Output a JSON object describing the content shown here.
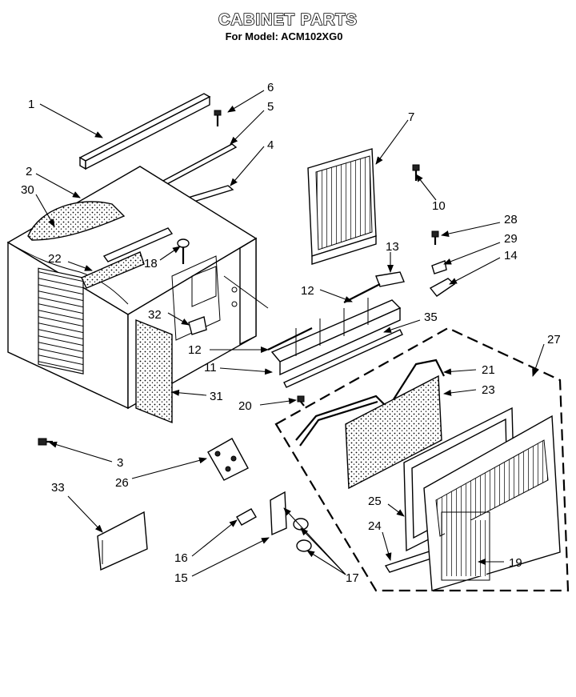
{
  "title": "CABINET PARTS",
  "subtitle": "For Model: ACM102XG0",
  "callouts": {
    "p1": "1",
    "p2": "2",
    "p3": "3",
    "p4": "4",
    "p5": "5",
    "p6": "6",
    "p7": "7",
    "p10": "10",
    "p11": "11",
    "p12a": "12",
    "p12b": "12",
    "p13": "13",
    "p14": "14",
    "p15": "15",
    "p16": "16",
    "p17": "17",
    "p18": "18",
    "p19": "19",
    "p20": "20",
    "p21": "21",
    "p22": "22",
    "p23": "23",
    "p24": "24",
    "p25": "25",
    "p26": "26",
    "p27": "27",
    "p28": "28",
    "p29": "29",
    "p30": "30",
    "p31": "31",
    "p32": "32",
    "p33": "33",
    "p35": "35"
  }
}
